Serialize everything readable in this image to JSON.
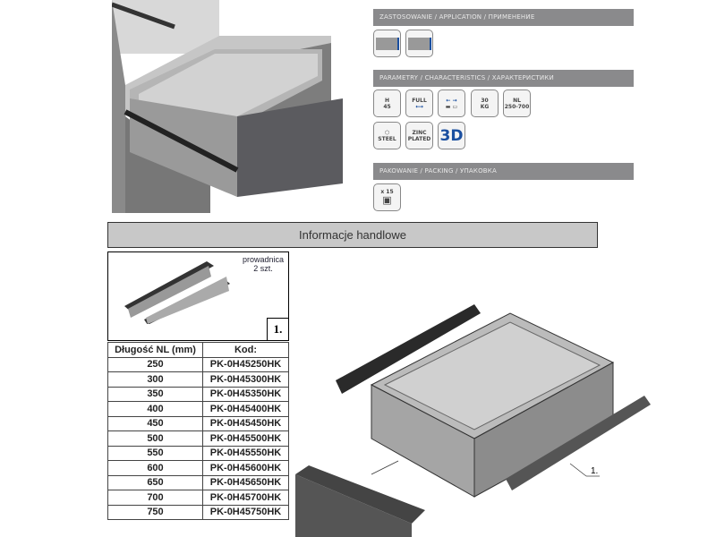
{
  "specs": {
    "application_header": "ZASTOSOWANIE / APPLICATION / ПРИМЕНЕНИЕ",
    "characteristics_header": "PARAMETRY / CHARACTERISTICS / ХАРАКТЕРИСТИКИ",
    "packing_header": "PAKOWANIE / PACKING / УПАКОВКА",
    "icons": {
      "height_label": "H",
      "height_value": "45",
      "full_label": "FULL",
      "weight_top": "30",
      "weight_bottom": "KG",
      "nl_label": "NL",
      "nl_range": "250-700",
      "steel_label": "STEEL",
      "zinc_label": "ZINC",
      "plated_label": "PLATED",
      "threed_label": "3D",
      "pack_qty": "x 15"
    }
  },
  "banner": {
    "title": "Informacje handlowe"
  },
  "part": {
    "name": "prowadnica",
    "qty": "2 szt.",
    "number": "1."
  },
  "table": {
    "headers": [
      "Długość NL (mm)",
      "Kod:"
    ],
    "rows": [
      [
        "250",
        "PK-0H45250HK"
      ],
      [
        "300",
        "PK-0H45300HK"
      ],
      [
        "350",
        "PK-0H45350HK"
      ],
      [
        "400",
        "PK-0H45400HK"
      ],
      [
        "450",
        "PK-0H45450HK"
      ],
      [
        "500",
        "PK-0H45500HK"
      ],
      [
        "550",
        "PK-0H45550HK"
      ],
      [
        "600",
        "PK-0H45600HK"
      ],
      [
        "650",
        "PK-0H45650HK"
      ],
      [
        "700",
        "PK-0H45700HK"
      ],
      [
        "750",
        "PK-0H45750HK"
      ]
    ]
  },
  "diagram": {
    "callout": "1."
  }
}
